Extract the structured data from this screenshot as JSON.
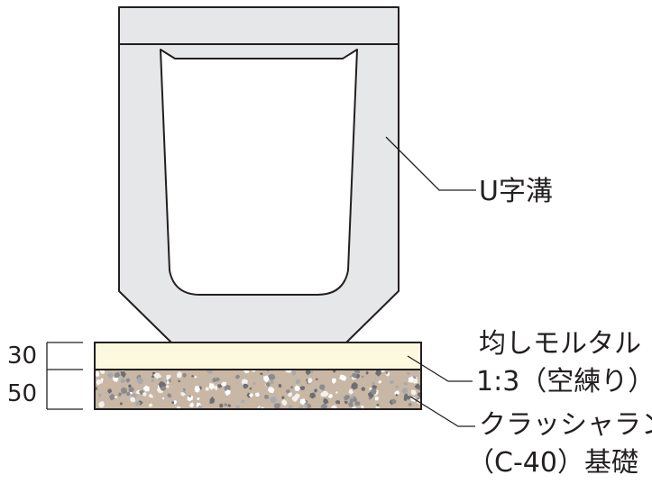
{
  "labels": {
    "channel": "U字溝",
    "mortar_line1": "均しモルタル",
    "mortar_line2": "1:3（空練り）",
    "base_line1": "クラッシャラン",
    "base_line2": "（C-40）基礎"
  },
  "dimensions": {
    "mortar_thickness": "30",
    "base_thickness": "50"
  },
  "colors": {
    "concrete": "#e6e7e8",
    "mortar": "#fcf9df",
    "gravel": "#c7b7a4",
    "outline": "#231f20"
  }
}
